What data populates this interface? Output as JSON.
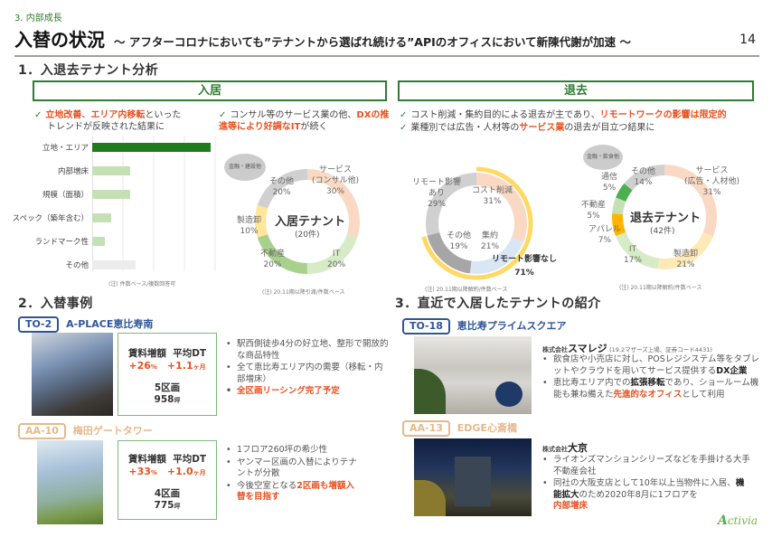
{
  "header": {
    "section": "3. 内部成長",
    "title": "入替の状況",
    "subtitle": "～ アフターコロナにおいても”テナントから選ばれ続ける”APIのオフィスにおいて新陳代謝が加速 ～",
    "page_number": "14"
  },
  "section1": {
    "heading": "1．入退去テナント分析",
    "move_in": {
      "box_title": "入居",
      "check1_a": "立地改善",
      "check1_b": "、",
      "check1_c": "エリア内移転",
      "check1_d": "といった",
      "check1_e": "トレンドが反映された結果に",
      "check2_a": "コンサル等のサービス業の他、",
      "check2_b": "DXの推進等により好調なIT",
      "check2_c": "が続く",
      "bar_note": "(注) 件数ベース/複数回答可",
      "donut_center": "入居テナント",
      "donut_count": "(20件)",
      "bubble": "金融・建設他",
      "donut_note": "(注) 20.11期以降引渡/件数ベース"
    },
    "move_out": {
      "box_title": "退去",
      "check1_a": "コスト削減・集約目的による退去が主であり、",
      "check1_b": "リモートワークの影響は限定的",
      "check2_a": "業種別では広告・人材等の",
      "check2_b": "サービス業",
      "check2_c": "の退去が目立つ結果に",
      "reason_note": "(注) 20.11期以降解約/件数ベース",
      "remote_none_label": "リモート影響なし",
      "remote_none_pct": "71%",
      "donut_center": "退去テナント",
      "donut_count": "(42件)",
      "bubble": "金融・飲食他",
      "donut_note": "(注) 20.11期以降解約/件数ベース"
    }
  },
  "chart_data": [
    {
      "type": "bar",
      "title": "入居理由",
      "orientation": "horizontal",
      "categories": [
        "立地・エリア",
        "内部増床",
        "規模（面積）",
        "スペック（築年含む）",
        "ランドマーク性",
        "その他"
      ],
      "values": [
        19,
        6,
        6,
        3,
        2,
        7
      ],
      "colors": [
        "#1e7b1e",
        "#c5e0b4",
        "#c5e0b4",
        "#c5e0b4",
        "#c5e0b4",
        "#ececec"
      ],
      "note": "(注) 件数ベース/複数回答可",
      "grid": true
    },
    {
      "type": "pie",
      "title": "入居テナント (20件)",
      "categories": [
        "サービス（コンサル他）",
        "IT",
        "不動産",
        "製造卸",
        "その他"
      ],
      "values": [
        30,
        20,
        20,
        10,
        20
      ],
      "colors": [
        "#f9d9c4",
        "#d6ebc6",
        "#a9d18e",
        "#ffe699",
        "#d0d0d0"
      ]
    },
    {
      "type": "pie",
      "title": "退去理由",
      "categories": [
        "コスト削減",
        "集約",
        "その他",
        "リモート影響あり"
      ],
      "values": [
        31,
        21,
        19,
        29
      ],
      "colors": [
        "#f9d9c4",
        "#d9e7f5",
        "#a6a6a6",
        "#d0d0d0"
      ],
      "outer_ring": {
        "label": "リモート影響なし",
        "value": 71,
        "color": "#ffd966"
      }
    },
    {
      "type": "pie",
      "title": "退去テナント (42件)",
      "categories": [
        "サービス（広告・人材他）",
        "製造卸",
        "IT",
        "アパレル",
        "不動産",
        "通信",
        "その他"
      ],
      "values": [
        31,
        21,
        17,
        7,
        5,
        5,
        14
      ],
      "colors": [
        "#f9d9c4",
        "#fde9b6",
        "#d6ebc6",
        "#ffb400",
        "#c5e0b4",
        "#4caf50",
        "#d0d0d0"
      ]
    }
  ],
  "donut_in_labels": [
    {
      "l1": "サービス",
      "l2": "(コンサル他)",
      "pct": "30%"
    },
    {
      "l1": "IT",
      "pct": "20%"
    },
    {
      "l1": "不動産",
      "pct": "20%"
    },
    {
      "l1": "製造卸",
      "pct": "10%"
    },
    {
      "l1": "その他",
      "pct": "20%"
    }
  ],
  "donut_reason_labels": [
    {
      "l1": "コスト削減",
      "pct": "31%"
    },
    {
      "l1": "集約",
      "pct": "21%"
    },
    {
      "l1": "その他",
      "pct": "19%"
    },
    {
      "l1": "リモート影響",
      "l2": "あり",
      "pct": "29%"
    }
  ],
  "donut_out_labels": [
    {
      "l1": "サービス",
      "l2": "(広告・人材他)",
      "pct": "31%"
    },
    {
      "l1": "製造卸",
      "pct": "21%"
    },
    {
      "l1": "IT",
      "pct": "17%"
    },
    {
      "l1": "アパレル",
      "pct": "7%"
    },
    {
      "l1": "不動産",
      "pct": "5%"
    },
    {
      "l1": "通信",
      "pct": "5%"
    },
    {
      "l1": "その他",
      "pct": "14%"
    }
  ],
  "section2": {
    "heading": "2．入替事例",
    "cases": [
      {
        "code": "TO-2",
        "name": "A-PLACE恵比寿南",
        "rent_label": "賃料増額",
        "dt_label": "平均DT",
        "rent_value": "+26",
        "rent_unit": "%",
        "dt_value": "+1.1",
        "dt_unit": "ヶ月",
        "units": "5区画",
        "area": "958",
        "area_unit": "坪",
        "bullets": [
          "駅西側徒歩4分の好立地、整形で開放的な商品特性",
          "全て恵比寿エリア内の需要（移転・内部増床）"
        ],
        "bullet_highlight": "全区画リーシング完了予定"
      },
      {
        "code": "AA-10",
        "name": "梅田ゲートタワー",
        "rent_label": "賃料増額",
        "dt_label": "平均DT",
        "rent_value": "+33",
        "rent_unit": "%",
        "dt_value": "+1.0",
        "dt_unit": "ヶ月",
        "units": "4区画",
        "area": "775",
        "area_unit": "坪",
        "bullets": [
          "1フロア260坪の希少性",
          "ヤンマー区画の入替によりテナントが分散"
        ],
        "bullet_last_a": "今後空室となる",
        "bullet_last_b": "2区画も増額入替を目指す"
      }
    ]
  },
  "section3": {
    "heading": "3．直近で入居したテナントの紹介",
    "tenants": [
      {
        "code": "TO-18",
        "name": "恵比寿プライムスクエア",
        "company_prefix": "株式会社",
        "company": "スマレジ",
        "company_meta": "(19.2マザーズ上場、証券コード4431)",
        "b1_a": "飲食店や小売店に対し、POSレジシステム等をタブレットやクラウドを用いてサービス提供する",
        "b1_b": "DX企業",
        "b2_a": "恵比寿エリア内での",
        "b2_b": "拡張移転",
        "b2_c": "であり、ショールーム機能も兼ね備えた",
        "b2_d": "先進的なオフィス",
        "b2_e": "として利用"
      },
      {
        "code": "AA-13",
        "name": "EDGE心斎橋",
        "company_prefix": "株式会社",
        "company": "大京",
        "b1_a": "ライオンズマンションシリーズなどを手掛ける大手不動産会社",
        "b2_a": "同社の大阪支店として10年以上当物件に入居、",
        "b2_b": "機能拡大",
        "b2_c": "のため2020年8月に1フロアを",
        "b2_d": "内部増床"
      }
    ]
  },
  "logo": {
    "initial": "A",
    "rest": "ctivia"
  }
}
